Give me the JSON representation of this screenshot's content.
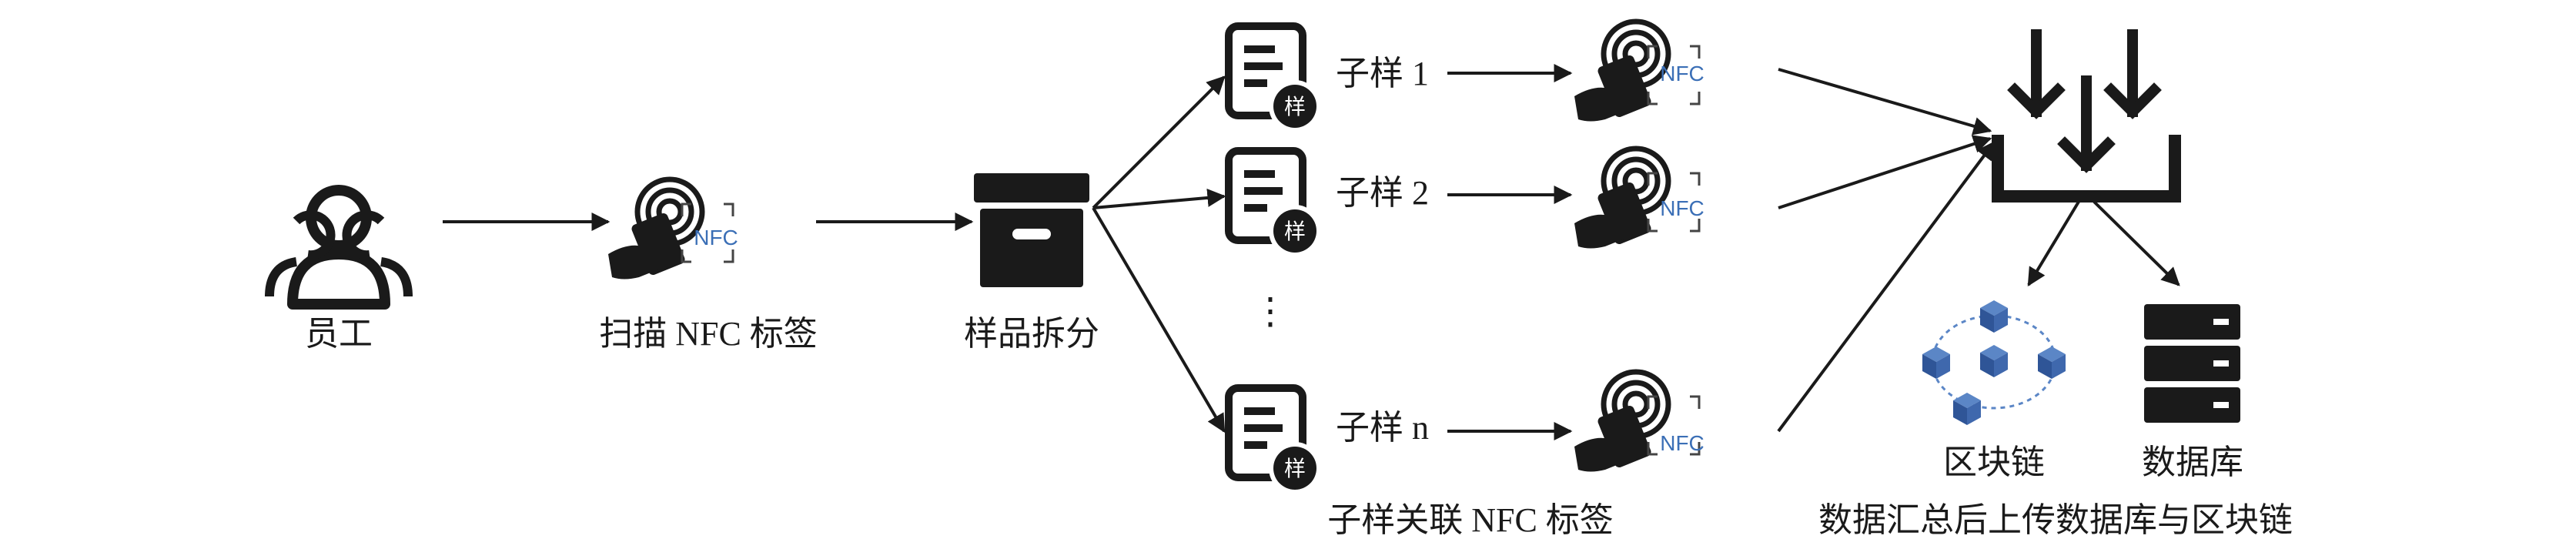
{
  "colors": {
    "ink": "#1a1a1a",
    "nfc_text": "#3b6fb6",
    "blockchain_blue": "#2f5597",
    "blockchain_light": "#5b86c6"
  },
  "nodes": {
    "staff": {
      "label": "员工",
      "icon": "people-icon"
    },
    "scan": {
      "label": "扫描 NFC 标签",
      "icon": "nfc-scan-icon",
      "nfc_text": "NFC"
    },
    "split": {
      "label": "样品拆分",
      "icon": "archive-box-icon"
    },
    "subsamples": [
      {
        "label": "子样 1",
        "badge": "样",
        "nfc_text": "NFC"
      },
      {
        "label": "子样 2",
        "badge": "样",
        "nfc_text": "NFC"
      },
      {
        "label": "子样 n",
        "badge": "样",
        "nfc_text": "NFC"
      }
    ],
    "ellipsis": "⋮",
    "link_caption": "子样关联 NFC 标签",
    "aggregate_caption": "数据汇总后上传数据库与区块链",
    "blockchain": {
      "label": "区块链",
      "icon": "blockchain-icon"
    },
    "database": {
      "label": "数据库",
      "icon": "database-icon"
    }
  }
}
